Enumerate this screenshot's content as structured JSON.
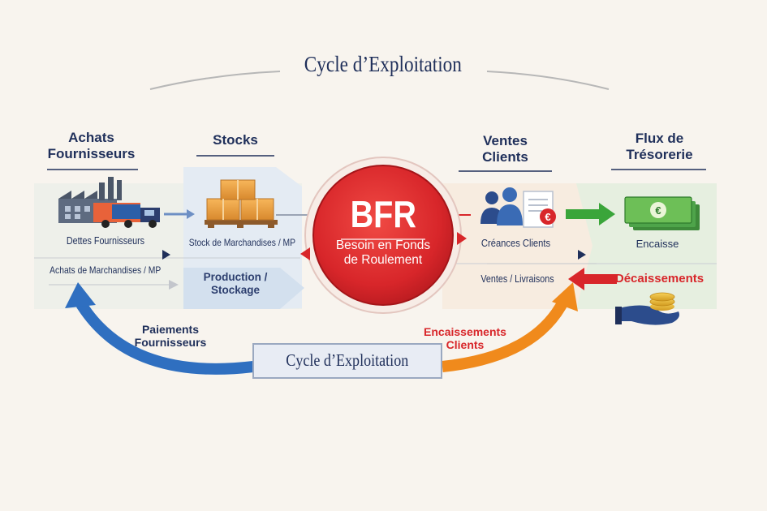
{
  "top_title": "Cycle d’Exploitation",
  "columns": {
    "achats": "Achats\nFournisseurs",
    "stocks": "Stocks",
    "ventes": "Ventes\nClients",
    "flux": "Flux de\nTrésorerie"
  },
  "row1": {
    "dettes": "Dettes Fournisseurs",
    "stock_marchandises": "Stock de Marchandises / MP",
    "creances": "Créances Clients",
    "encaisse": "Encaisse"
  },
  "row2": {
    "achats_marchandises": "Achats de Marchandises / MP",
    "production": "Production /\nStockage",
    "ventes_livraisons": "Ventes / Livraisons",
    "decaissements": "Décaissements"
  },
  "center": {
    "acronym": "BFR",
    "full": "Besoin en Fonds\nde Roulement"
  },
  "bottom": {
    "paiements": "Paiements\nFournisseurs",
    "encaissements": "Encaissements\nClients",
    "banner": "Cycle d’Exploitation"
  },
  "icons": {
    "euro_symbol": "€"
  },
  "colors": {
    "navy": "#1f2f5a",
    "red": "#d8262a",
    "blue_arrow": "#2f6fc0",
    "orange_arrow": "#f08a1c",
    "green": "#3aa53a"
  }
}
